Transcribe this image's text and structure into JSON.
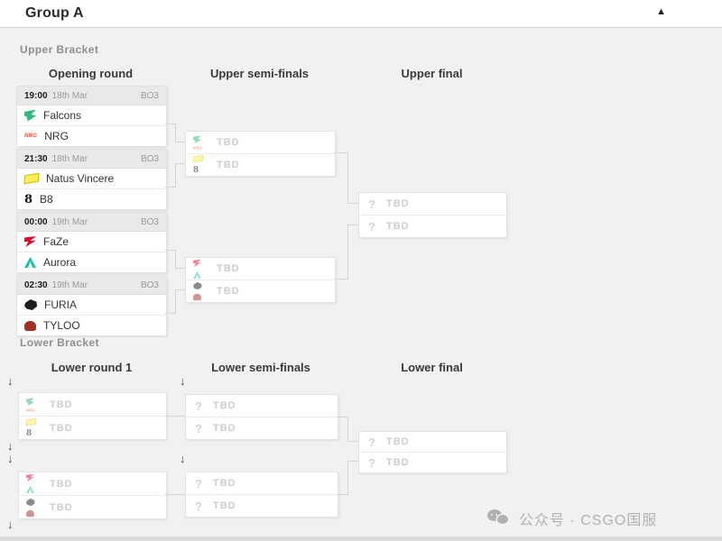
{
  "header": {
    "title": "Group A",
    "collapse_icon": "▲"
  },
  "labels": {
    "tbd": "TBD",
    "drop_icon": "↓",
    "unknown_icon": "?"
  },
  "teams": {
    "falcons": {
      "name": "Falcons",
      "color": "#2fbb7b"
    },
    "nrg": {
      "name": "NRG",
      "abbr": "NRG",
      "color": "#f1482e"
    },
    "navi": {
      "name": "Natus Vincere",
      "color": "#ffee58"
    },
    "b8": {
      "name": "B8",
      "abbr": "8",
      "color": "#111111"
    },
    "faze": {
      "name": "FaZe",
      "color": "#e4002b"
    },
    "aurora": {
      "name": "Aurora",
      "color": "#17c3a8"
    },
    "furia": {
      "name": "FURIA",
      "color": "#1c1c1c"
    },
    "tyloo": {
      "name": "TYLOO",
      "color": "#a03028"
    }
  },
  "upper_bracket": {
    "label": "Upper Bracket",
    "columns": {
      "round1": "Opening round",
      "semis": "Upper semi-finals",
      "final": "Upper final"
    },
    "matches": [
      {
        "time": "19:00",
        "date": "18th Mar",
        "format": "BO3",
        "team1": "falcons",
        "team2": "nrg"
      },
      {
        "time": "21:30",
        "date": "18th Mar",
        "format": "BO3",
        "team1": "navi",
        "team2": "b8"
      },
      {
        "time": "00:00",
        "date": "19th Mar",
        "format": "BO3",
        "team1": "faze",
        "team2": "aurora"
      },
      {
        "time": "02:30",
        "date": "19th Mar",
        "format": "BO3",
        "team1": "furia",
        "team2": "tyloo"
      }
    ],
    "semi_finals": [
      {
        "slot1": "TBD",
        "slot2": "TBD"
      },
      {
        "slot1": "TBD",
        "slot2": "TBD"
      }
    ],
    "final": {
      "slot1": "TBD",
      "slot2": "TBD"
    }
  },
  "lower_bracket": {
    "label": "Lower Bracket",
    "columns": {
      "round1": "Lower round 1",
      "semis": "Lower semi-finals",
      "final": "Lower final"
    },
    "round1": [
      {
        "slot1": "TBD",
        "slot2": "TBD"
      },
      {
        "slot1": "TBD",
        "slot2": "TBD"
      }
    ],
    "semi_finals": [
      {
        "slot1": "TBD",
        "slot2": "TBD"
      },
      {
        "slot1": "TBD",
        "slot2": "TBD"
      }
    ],
    "final": {
      "slot1": "TBD",
      "slot2": "TBD"
    }
  },
  "watermark": {
    "text": "公众号 · CSGO国服"
  },
  "colors": {
    "page_bg": "#f1f1f2",
    "card_bg": "#ffffff",
    "card_head_bg": "#e9e9e9",
    "connector": "#d4d4d4",
    "tbd_text": "#cdcdcd"
  }
}
